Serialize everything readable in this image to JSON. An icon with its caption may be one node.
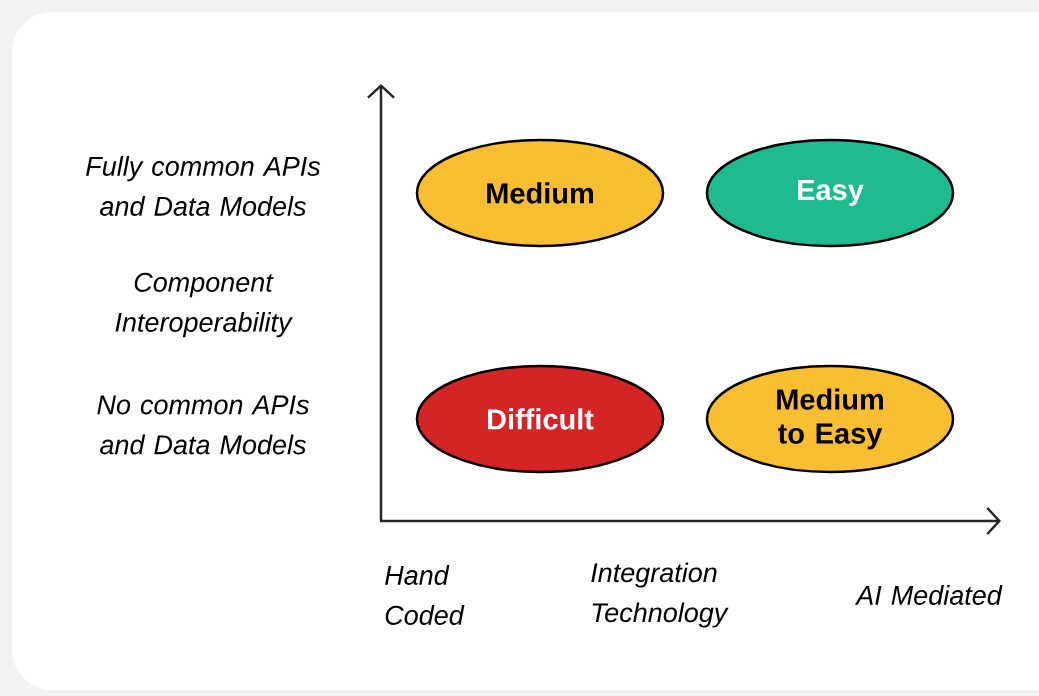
{
  "diagram": {
    "nodes": [
      {
        "text": [
          "Medium"
        ]
      },
      {
        "text": [
          "Easy"
        ]
      },
      {
        "text": [
          "Difficult"
        ]
      },
      {
        "text": [
          "Medium to Easy"
        ]
      }
    ],
    "labels": [
      "Fully common APIs and Data Models",
      "Component Interoperability",
      "No common APIs and Data Models",
      "Hand Coded",
      "Integration Technology",
      "AI Mediated"
    ]
  }
}
